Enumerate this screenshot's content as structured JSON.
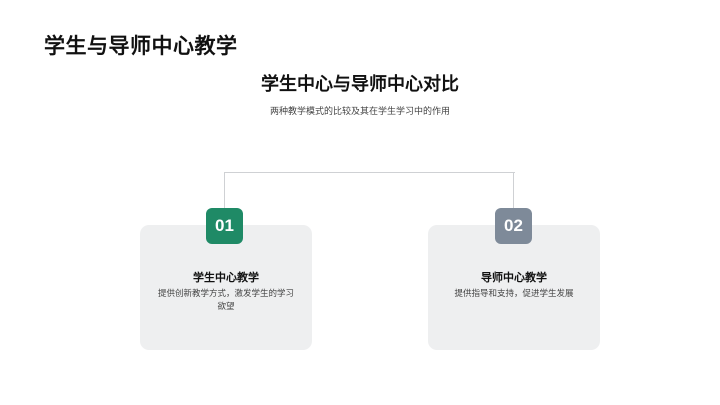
{
  "page_title": "学生与导师中心教学",
  "section": {
    "title": "学生中心与导师中心对比",
    "subtitle": "两种教学模式的比较及其在学生学习中的作用"
  },
  "colors": {
    "badge_1": "#1f8a66",
    "badge_2": "#7e8a99",
    "card_bg": "#eeeff0",
    "connector": "#cfd1d4"
  },
  "cards": [
    {
      "number": "01",
      "title": "学生中心教学",
      "description": "提供创新教学方式，激发学生的学习欲望"
    },
    {
      "number": "02",
      "title": "导师中心教学",
      "description": "提供指导和支持，促进学生发展"
    }
  ]
}
